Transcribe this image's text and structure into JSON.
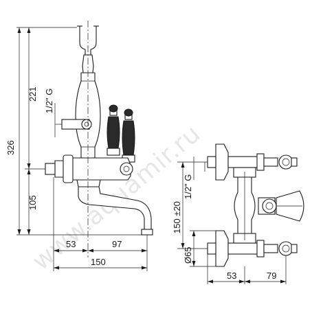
{
  "watermark": "www.aquamir.ru",
  "side_view": {
    "dimensions": {
      "total_height": "326",
      "upper_height": "221",
      "spout_height": "105",
      "thread": "1/2\" G",
      "offset_left": "53",
      "offset_right": "97",
      "total_width": "150"
    }
  },
  "top_view": {
    "dimensions": {
      "center_distance": "150 ±20",
      "thread": "1/2\" G",
      "diameter": "Ø65",
      "offset_left": "53",
      "offset_right": "79"
    }
  },
  "colors": {
    "line": "#1a1a1a",
    "handle": "#2a2a2a",
    "watermark": "#c8c8c8"
  }
}
